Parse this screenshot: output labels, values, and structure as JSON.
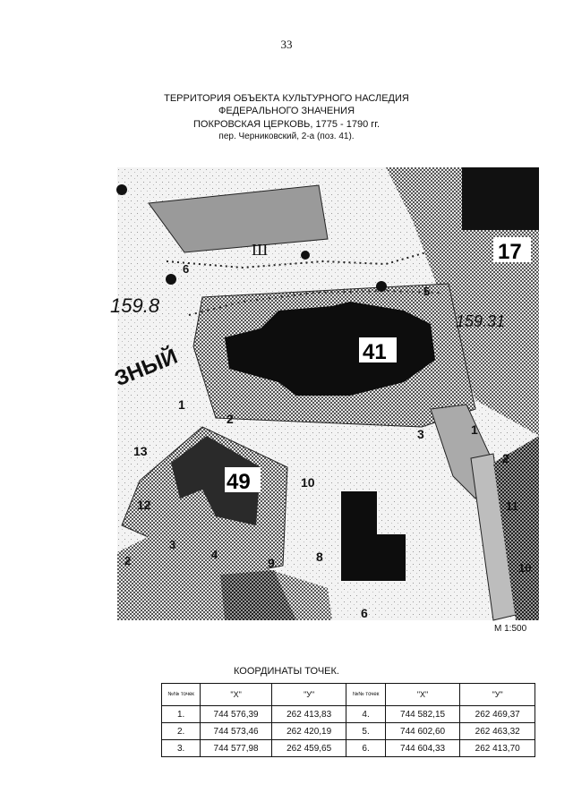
{
  "page_number": "33",
  "title": {
    "line1": "ТЕРРИТОРИЯ ОБЪЕКТА КУЛЬТУРНОГО НАСЛЕДИЯ",
    "line2": "ФЕДЕРАЛЬНОГО ЗНАЧЕНИЯ",
    "line3": "ПОКРОВСКАЯ ЦЕРКОВЬ,    1775 - 1790 гг.",
    "line4": "пер. Черниковский,   2-а   (поз. 41)."
  },
  "map": {
    "labels": {
      "building_41": "41",
      "building_49": "49",
      "building_17": "17",
      "n13": "13",
      "n12": "12",
      "n10": "10",
      "n8": "8",
      "n9": "9",
      "n6": "6",
      "n3": "3",
      "n2": "2",
      "n1": "1",
      "n4": "4",
      "n5": "5",
      "n11": "11",
      "elev1": "159.8",
      "elev2": "159.31",
      "street": "ЗНЫЙ",
      "roman": "Ш"
    },
    "colors": {
      "hatch": "#7a7a7a",
      "black": "#0d0d0d",
      "gray_roof": "#9c9c9c",
      "light": "#d9d9d9"
    }
  },
  "scale_label": "М   1:500",
  "coordinates": {
    "title": "КООРДИНАТЫ  ТОЧЕК.",
    "headers": [
      "№№ точек",
      "\"Х\"",
      "\"У\"",
      "№№ точек",
      "\"Х\"",
      "\"У\""
    ],
    "rows": [
      [
        "1.",
        "744 576,39",
        "262 413,83",
        "4.",
        "744 582,15",
        "262 469,37"
      ],
      [
        "2.",
        "744 573,46",
        "262 420,19",
        "5.",
        "744 602,60",
        "262 463,32"
      ],
      [
        "3.",
        "744 577,98",
        "262 459,65",
        "6.",
        "744 604,33",
        "262 413,70"
      ]
    ]
  }
}
